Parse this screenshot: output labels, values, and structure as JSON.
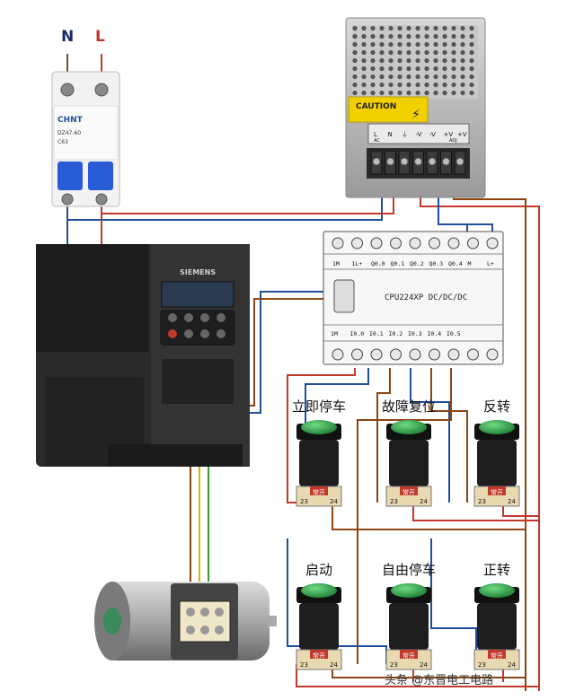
{
  "supply": {
    "n_label": "N",
    "l_label": "L"
  },
  "breaker": {
    "brand": "CHNT",
    "model": "DZ47-60",
    "rating": "C63"
  },
  "psu": {
    "caution": "CAUTION",
    "terminals": [
      "L",
      "N",
      "⏚",
      "-V",
      "-V",
      "+V",
      "+V"
    ],
    "ac_label": "AC",
    "adj_label": "ADJ"
  },
  "vfd": {
    "brand": "SIEMENS"
  },
  "plc": {
    "model": "CPU224XP DC/DC/DC",
    "top_terminals": [
      "1M",
      "1L+",
      "Q0.0",
      "Q0.1",
      "Q0.2",
      "Q0.3",
      "Q0.4",
      "M",
      "L+"
    ],
    "bottom_terminals": [
      "1M",
      "I0.0",
      "I0.1",
      "I0.2",
      "I0.3",
      "I0.4",
      "I0.5"
    ]
  },
  "buttons": [
    {
      "label": "立即停车",
      "tag": "常开",
      "t1": "23",
      "t2": "24"
    },
    {
      "label": "故障复位",
      "tag": "常开",
      "t1": "23",
      "t2": "24"
    },
    {
      "label": "反转",
      "tag": "常开",
      "t1": "23",
      "t2": "24"
    },
    {
      "label": "启动",
      "tag": "常开",
      "t1": "23",
      "t2": "24"
    },
    {
      "label": "自由停车",
      "tag": "常开",
      "t1": "23",
      "t2": "24"
    },
    {
      "label": "正转",
      "tag": "常开",
      "t1": "23",
      "t2": "24"
    }
  ],
  "watermark": "头条 @东晋电工电路",
  "colors": {
    "wire_red": "#c0392b",
    "wire_blue": "#1f4e9c",
    "wire_brown": "#8b4513",
    "wire_yellow": "#d4b800",
    "wire_green": "#3a9a3a",
    "button_green": "#27a045",
    "caution_yellow": "#f2d000"
  }
}
